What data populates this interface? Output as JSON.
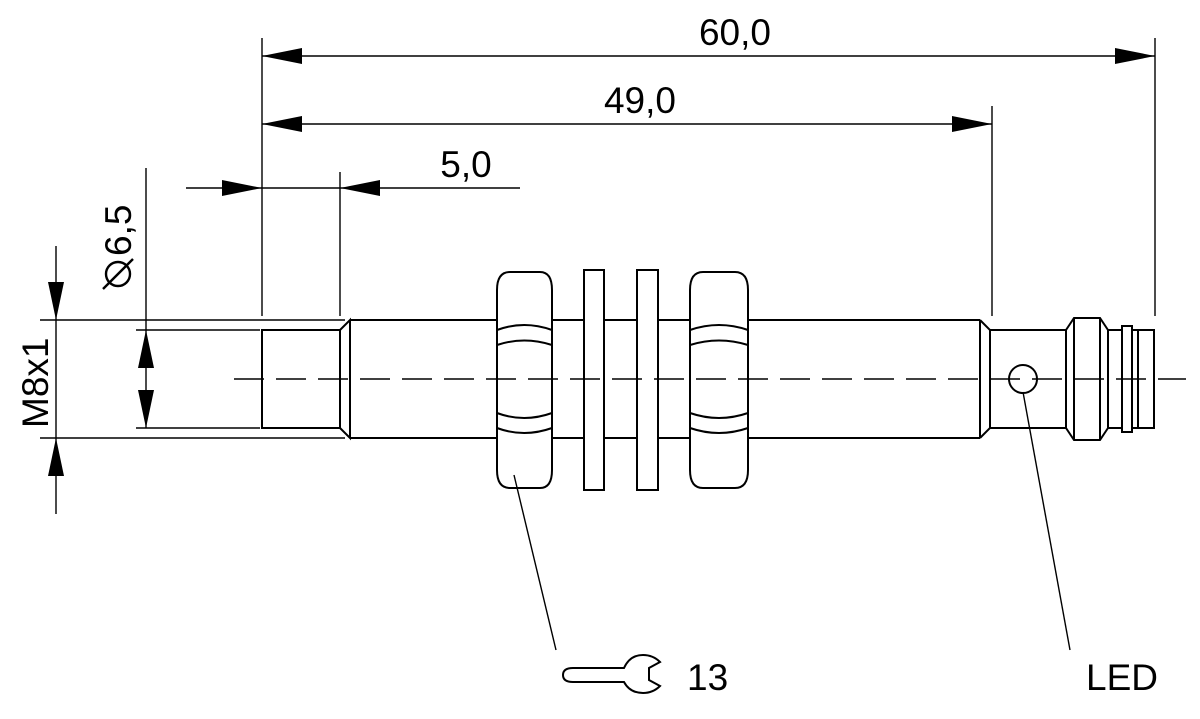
{
  "dimensions": {
    "overall_length": "60,0",
    "thread_length": "49,0",
    "face_length": "5,0",
    "face_diameter": "6,5",
    "thread_size": "M8x1"
  },
  "callouts": {
    "wrench_size": "13",
    "led_label": "LED"
  },
  "icons": {
    "diameter_symbol": "diameter-icon",
    "wrench_symbol": "wrench-icon"
  },
  "colors": {
    "ink": "#000000",
    "background": "#ffffff"
  }
}
